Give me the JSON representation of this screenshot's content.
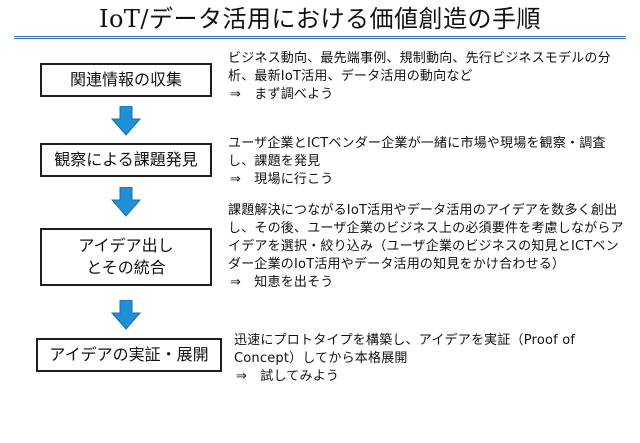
{
  "title": "IoT/データ活用における価値創造の手順",
  "colors": {
    "arrow": "#1f8fd6",
    "box_border": "#1f1f1f",
    "title_rule": "#2e6fa8"
  },
  "steps": [
    {
      "label": "関連情報の収集",
      "description": "ビジネス動向、最先端事例、規制動向、先行ビジネスモデルの分析、最新IoT活用、データ活用の動向など",
      "hint": "⇒　まず調べよう"
    },
    {
      "label": "観察による課題発見",
      "description": "ユーザ企業とICTベンダー企業が一緒に市場や現場を観察・調査し、課題を発見",
      "hint": "⇒　現場に行こう"
    },
    {
      "label": "アイデア出し\nとその統合",
      "description": "課題解決につながるIoT活用やデータ活用のアイデアを数多く創出し、その後、ユーザ企業のビジネス上の必須要件を考慮しながらアイデアを選択・絞り込み（ユーザ企業のビジネスの知見とICTベンダー企業のIoT活用やデータ活用の知見をかけ合わせる）",
      "hint": "⇒　知恵を出そう"
    },
    {
      "label": "アイデアの実証・展開",
      "description": "迅速にプロトタイプを構築し、アイデアを実証（Proof of Concept）してから本格展開",
      "hint": "⇒　試してみよう"
    }
  ],
  "arrows": [
    {
      "icon": "down-arrow-icon"
    },
    {
      "icon": "down-arrow-icon"
    },
    {
      "icon": "down-arrow-icon"
    }
  ]
}
